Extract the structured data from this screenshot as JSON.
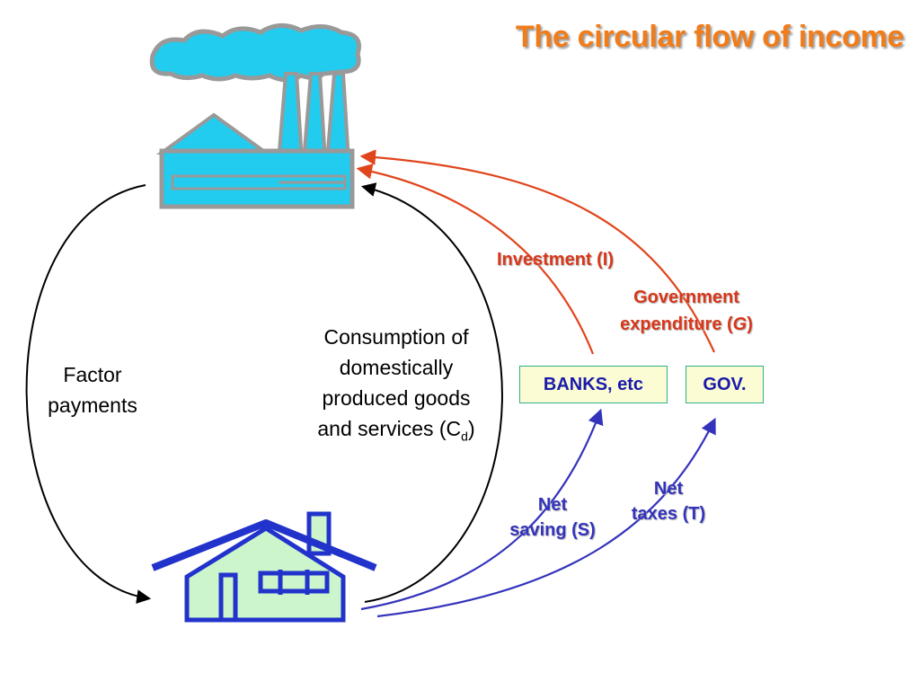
{
  "title": "The circular flow of income",
  "icons": {
    "factory": "factory-icon",
    "house": "house-icon"
  },
  "labels": {
    "factor_payments": [
      "Factor",
      "payments"
    ],
    "consumption": [
      "Consumption of",
      "domestically",
      "produced goods"
    ],
    "consumption_last_prefix": "and services (C",
    "consumption_sub": "d",
    "consumption_last_suffix": ")",
    "investment": "Investment (I)",
    "gov_expenditure_line1": "Government",
    "gov_expenditure_line2_prefix": "expenditure (",
    "gov_expenditure_symbol": "G",
    "gov_expenditure_line2_suffix": ")",
    "net_saving": [
      "Net",
      "saving (S)"
    ],
    "net_taxes": [
      "Net",
      "taxes (T)"
    ]
  },
  "boxes": {
    "banks": "BANKS, etc",
    "gov": "GOV."
  },
  "colors": {
    "title": "#f07c1a",
    "red_flow": "#e0451c",
    "blue_flow": "#3333bb",
    "factory_fill": "#22ccee",
    "factory_stroke": "#888888",
    "house_fill": "#ccf5cc",
    "house_stroke": "#2233cc"
  }
}
